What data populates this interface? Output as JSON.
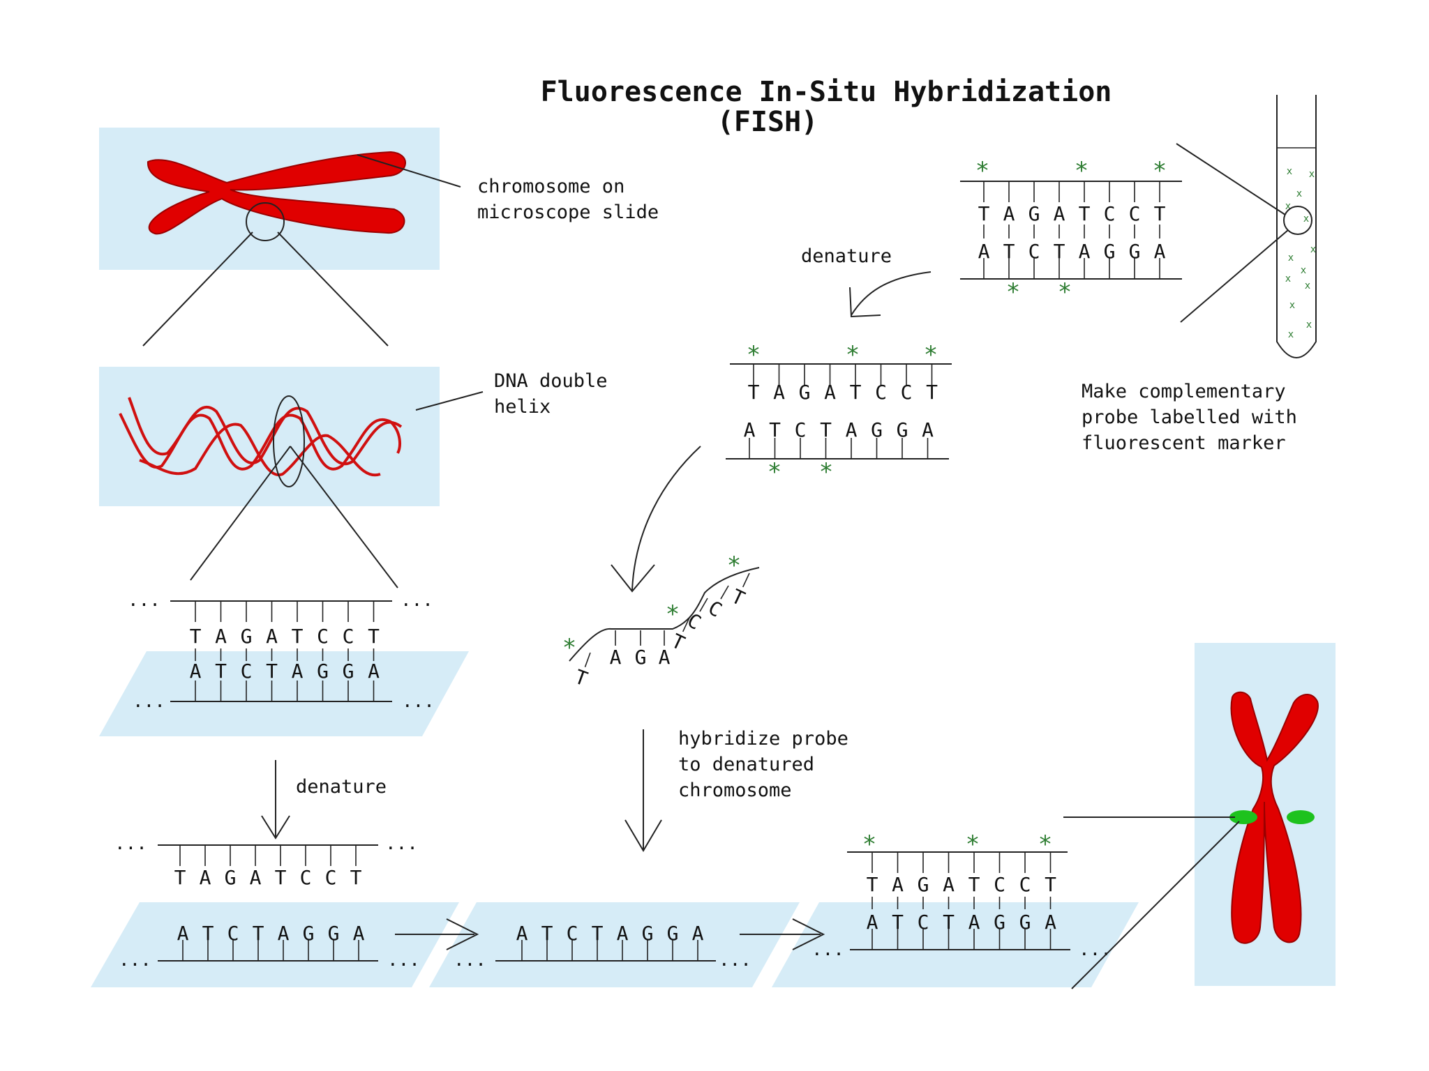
{
  "title": {
    "line1": "Fluorescence In-Situ Hybridization",
    "line2": "(FISH)"
  },
  "labels": {
    "chromosome_slide": [
      "chromosome on",
      "microscope slide"
    ],
    "dna_helix": [
      "DNA double",
      "helix"
    ],
    "probe": [
      "Make complementary",
      "probe labelled with",
      "fluorescent marker"
    ],
    "denature": "denature",
    "hybridize": [
      "hybridize probe",
      "to denatured",
      "chromosome"
    ]
  },
  "sequences": {
    "top_strand": [
      "T",
      "A",
      "G",
      "A",
      "T",
      "C",
      "C",
      "T"
    ],
    "bottom_strand": [
      "A",
      "T",
      "C",
      "T",
      "A",
      "G",
      "G",
      "A"
    ]
  },
  "ellipsis": "...",
  "star_glyph": "*",
  "x_glyph": "x",
  "colors": {
    "slide": "#d6ecf7",
    "chromosome": "#e00000",
    "marker_star": "#2e7d32",
    "fluorescent_spot": "#1ec21e"
  }
}
